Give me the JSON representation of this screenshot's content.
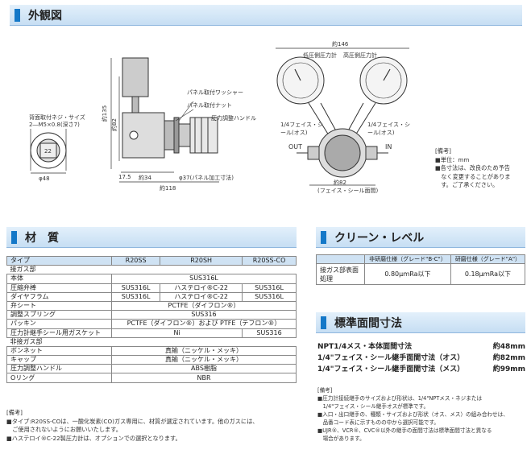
{
  "sections": {
    "appearance": "外観図",
    "materials": "材　質",
    "clean": "クリーン・レベル",
    "dims": "標準面間寸法"
  },
  "drawing": {
    "left": {
      "back_screw": "背面取付ネジ・サイズ",
      "back_screw_size": "2―M5×0.8(深さ7)",
      "dim_22": "22",
      "dim_48": "φ48"
    },
    "mid": {
      "washer": "パネル取付ワッシャー",
      "nut": "パネル取付ナット",
      "handle": "圧力調整ハンドル",
      "dim_135": "約135",
      "dim_82": "約82",
      "dim_17_5": "17.5",
      "dim_34": "約34",
      "dim_37": "φ37(パネル加工寸法)",
      "dim_118": "約118"
    },
    "right": {
      "dim_146": "約146",
      "low_gauge": "低圧側圧力計",
      "high_gauge": "高圧側圧力計",
      "face_male": "1/4フェイス・シール(オス)",
      "face_male2": "1/4フェイス・シール(オス)",
      "out": "OUT",
      "in": "IN",
      "dim_82b": "約82",
      "dim_82b_note": "(フェイス・シール面間)"
    },
    "remarks": {
      "title": "[備考]",
      "lines": [
        "■単位：mm",
        "■各寸法は、改良のため予告",
        "　なく変更することがありま",
        "　す。ご了承ください。"
      ]
    }
  },
  "materials_table": {
    "header": [
      "タイプ",
      "R20SS",
      "R20SH",
      "R20SS-CO"
    ],
    "group1": "接ガス部",
    "rows1": [
      {
        "name": "本体",
        "span": "SUS316L"
      },
      {
        "name": "圧縮弁棒",
        "cols": [
          "SUS316L",
          "ハステロイ®C-22",
          "SUS316L"
        ]
      },
      {
        "name": "ダイヤフラム",
        "cols": [
          "SUS316L",
          "ハステロイ®C-22",
          "SUS316L"
        ]
      },
      {
        "name": "弁シート",
        "span": "PCTFE（ダイフロン®）"
      },
      {
        "name": "調整スプリング",
        "span": "SUS316"
      },
      {
        "name": "パッキン",
        "span": "PCTFE（ダイフロン®）および PTFE（テフロン®）"
      },
      {
        "name": "圧力計継手シール用ガスケット",
        "span2": "Ni",
        "last": "SUS316"
      }
    ],
    "group2": "非接ガス部",
    "rows2": [
      {
        "name": "ボンネット",
        "span": "真鍮（ニッケル・メッキ）"
      },
      {
        "name": "キャップ",
        "span": "真鍮（ニッケル・メッキ）"
      },
      {
        "name": "圧力調整ハンドル",
        "span": "ABS樹脂"
      },
      {
        "name": "Oリング",
        "span": "NBR"
      }
    ]
  },
  "materials_notes": {
    "title": "[備考]",
    "lines": [
      "■タイプ:R20SS-COは、一酸化炭素(CO)ガス専用に、材質が選定されています。他のガスには、",
      "　ご使用されないようにお願いいたします。",
      "■ハステロイ®C-22製圧力計は、オプションでの選択となります。"
    ]
  },
  "clean_table": {
    "h1": "非研磨仕様（グレード\"B-C\"）",
    "h2": "研磨仕様（グレード\"A\"）",
    "row_label": "接ガス部表面処理",
    "v1": "0.80μｍRa以下",
    "v2": "0.18μｍRa以下"
  },
  "dims_list": [
    {
      "label": "NPT1/4メス・本体面間寸法",
      "value": "約48mm"
    },
    {
      "label": "1/4\"フェイス・シール継手面間寸法（オス）",
      "value": "約82mm"
    },
    {
      "label": "1/4\"フェイス・シール継手面間寸法（メス）",
      "value": "約99mm"
    }
  ],
  "dims_notes": {
    "title": "[備考]",
    "lines": [
      "■圧力計接続継手のサイズおよび形状は、1/4\"NPTメス・ネジまたは",
      "　1/4\"フェイス・シール継手オスが標準です。",
      "■入口・出口継手の、種類・サイズおよび形状（オス、メス）の組み合わせは、",
      "　品番コード表に示すものの中から選択可能です。",
      "■UJR®、VCR®、CVC®以外の継手の面間寸法は標準面間寸法と異なる",
      "　場合があります。"
    ]
  }
}
